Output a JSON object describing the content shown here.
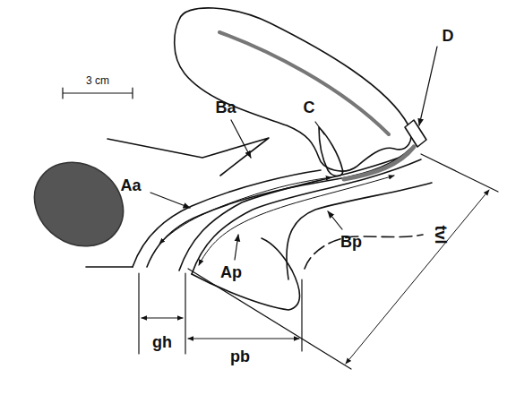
{
  "diagram": {
    "labels": [
      "3 cm",
      "Ba",
      "C",
      "D",
      "Aa",
      "Ap",
      "Bp",
      "gh",
      "pb",
      "tvl"
    ]
  }
}
